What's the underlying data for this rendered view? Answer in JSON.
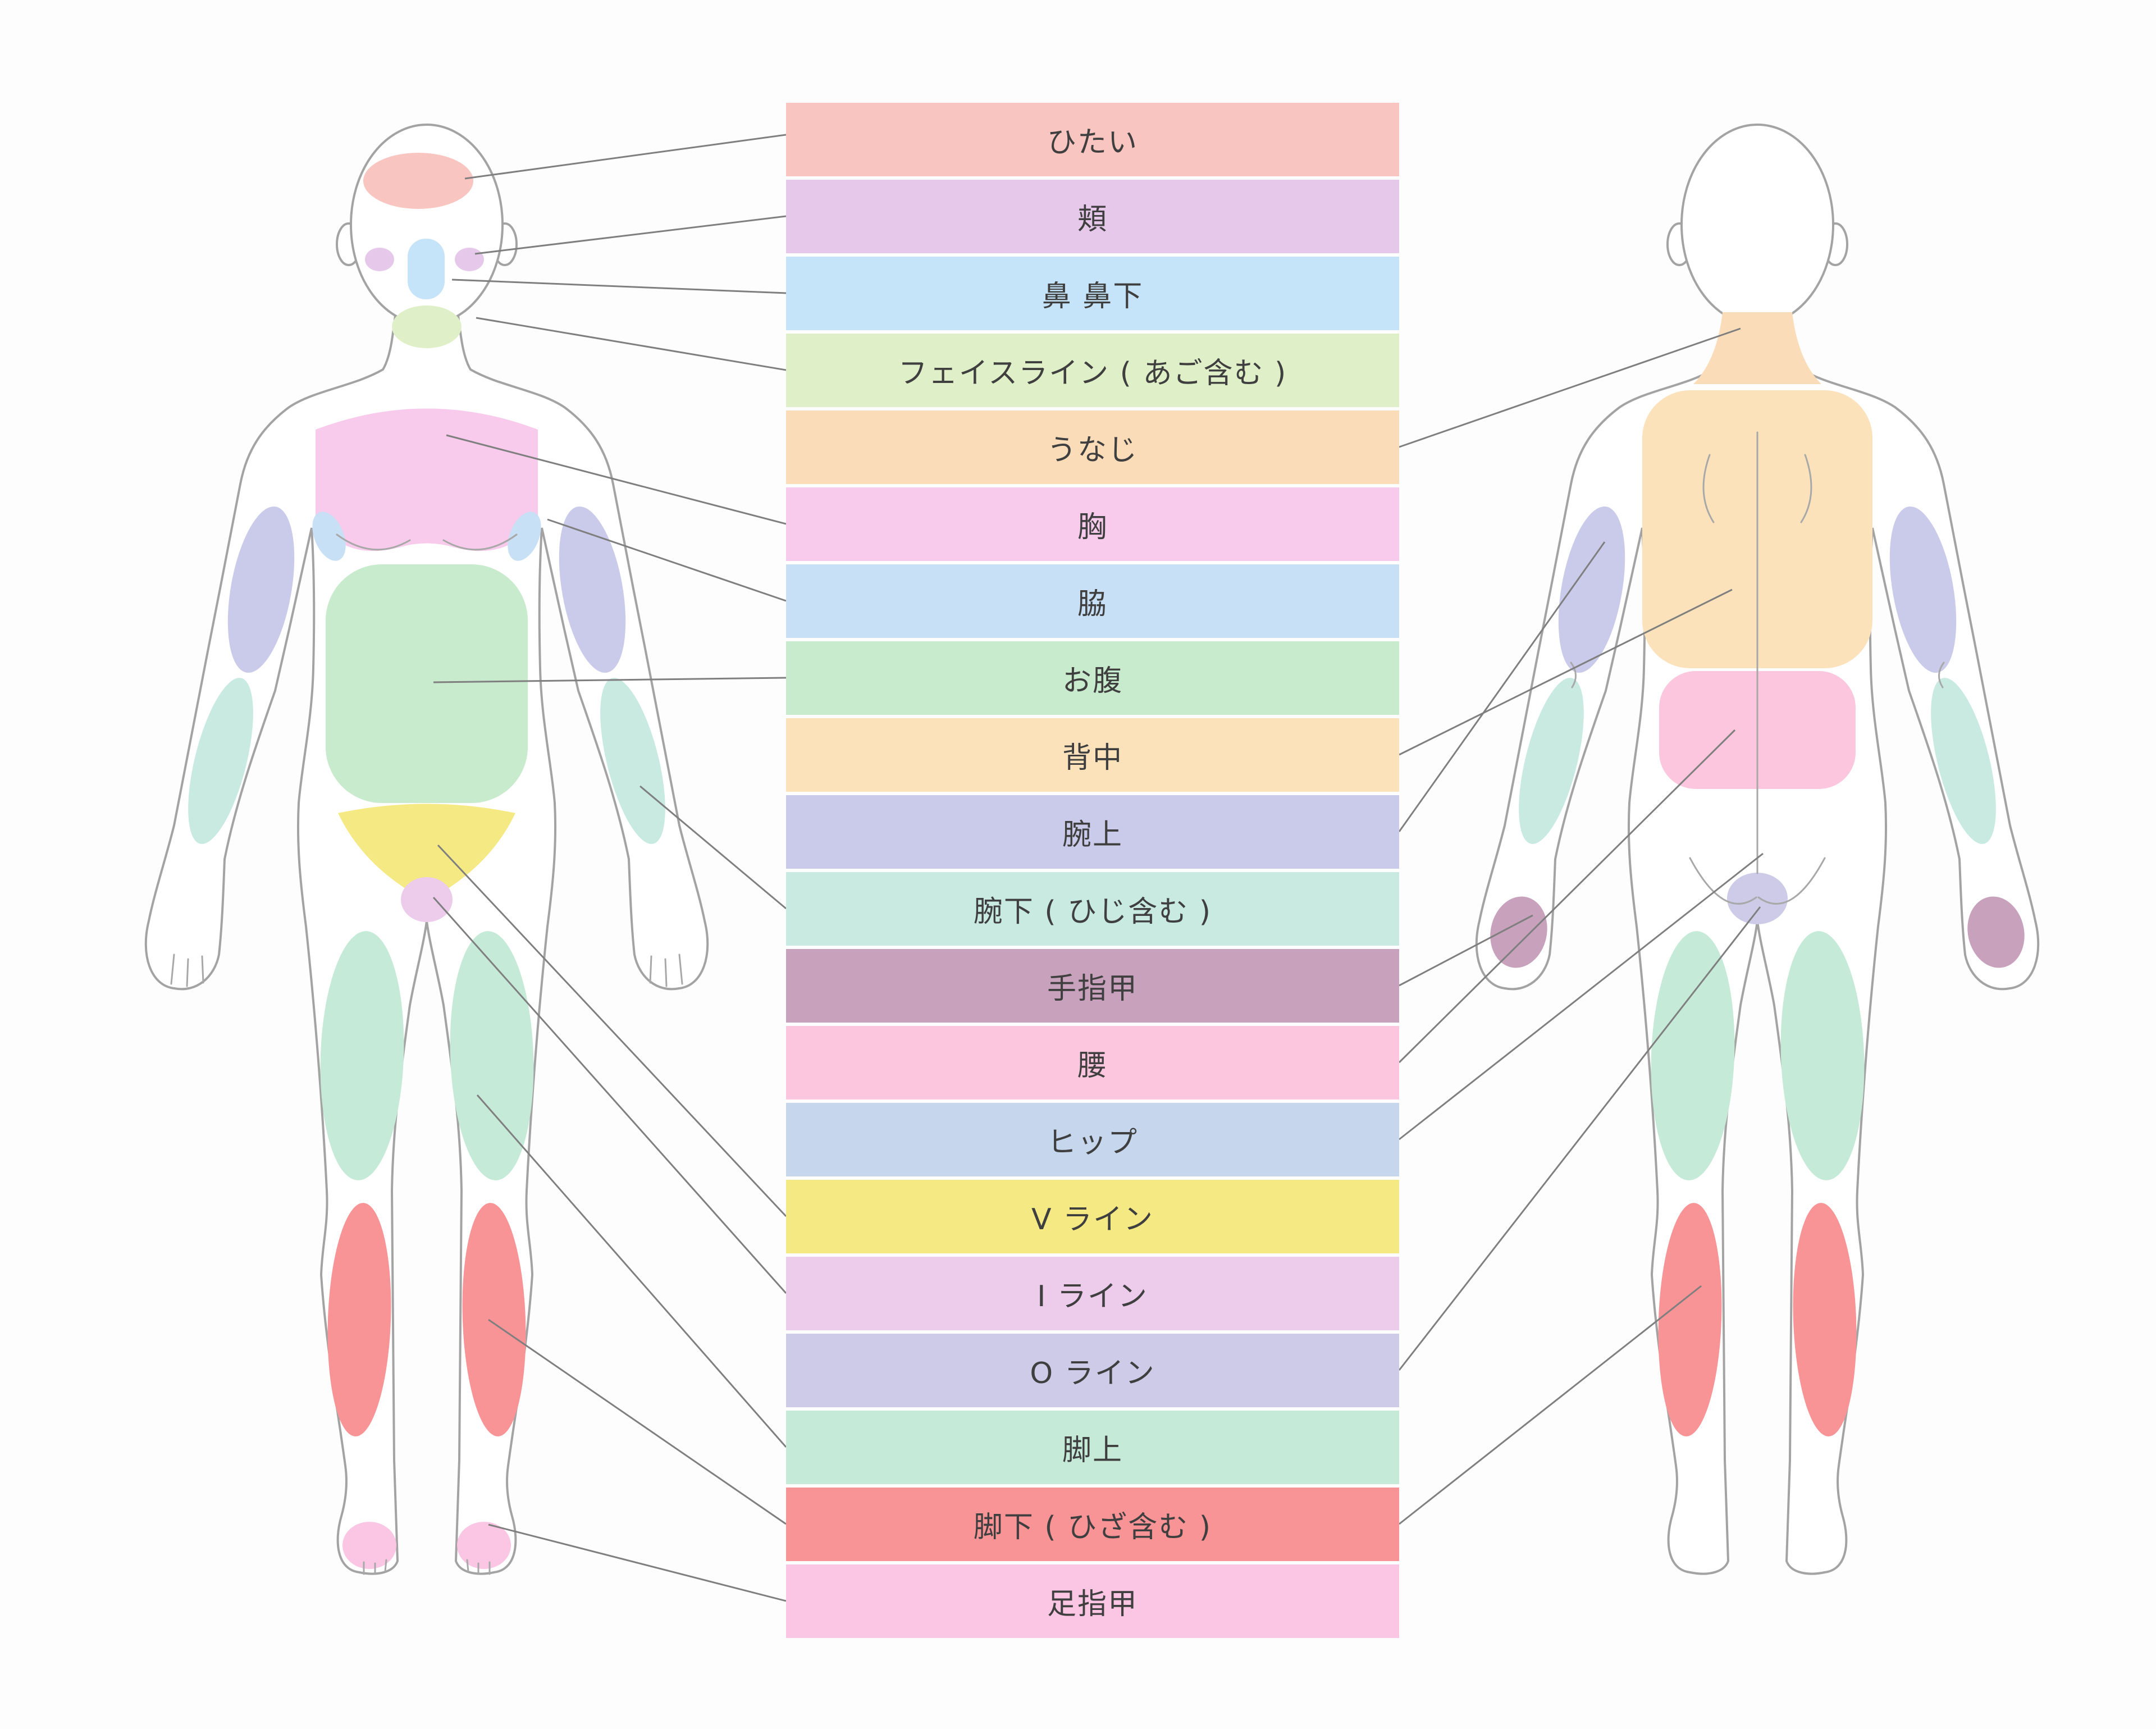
{
  "diagram": {
    "description_parts_count": "20",
    "appearance": {
      "background": "#fdfdfd",
      "outline_color": "#a3a3a3",
      "connector_color": "#7f7f7f",
      "label_text_color": "#3f3f3f"
    }
  },
  "parts": [
    {
      "id": "hitai",
      "label": "ひたい",
      "color": "#F9C5C0"
    },
    {
      "id": "hoho",
      "label": "頬",
      "color": "#E6C8EB"
    },
    {
      "id": "hana",
      "label": "鼻 鼻下",
      "color": "#C6E4F9"
    },
    {
      "id": "faceline",
      "label": "フェイスライン ( あご含む )",
      "color": "#DFF0C8"
    },
    {
      "id": "unaji",
      "label": "うなじ",
      "color": "#FBDCB9"
    },
    {
      "id": "mune",
      "label": "胸",
      "color": "#F8CBEC"
    },
    {
      "id": "waki",
      "label": "脇",
      "color": "#C8E0F6"
    },
    {
      "id": "onaka",
      "label": "お腹",
      "color": "#C8EACD"
    },
    {
      "id": "senaka",
      "label": "背中",
      "color": "#FBE2BB"
    },
    {
      "id": "udeue",
      "label": "腕上",
      "color": "#CACBEA"
    },
    {
      "id": "udeshita",
      "label": "腕下 ( ひじ含む )",
      "color": "#C8EAE1"
    },
    {
      "id": "teyubi",
      "label": "手指甲",
      "color": "#C8A2BC"
    },
    {
      "id": "koshi",
      "label": "腰",
      "color": "#FBC6DE"
    },
    {
      "id": "hip",
      "label": "ヒップ",
      "color": "#C5D6ED"
    },
    {
      "id": "vline",
      "label": "V ライン",
      "color": "#F4E983"
    },
    {
      "id": "iline",
      "label": "I ライン",
      "color": "#ECCBEB"
    },
    {
      "id": "oline",
      "label": "O ライン",
      "color": "#CDCBE8"
    },
    {
      "id": "ashiue",
      "label": "脚上",
      "color": "#C5EAD8"
    },
    {
      "id": "ashishita",
      "label": "脚下 ( ひざ含む )",
      "color": "#F89396"
    },
    {
      "id": "ashiyubi",
      "label": "足指甲",
      "color": "#FBC6E3"
    }
  ]
}
